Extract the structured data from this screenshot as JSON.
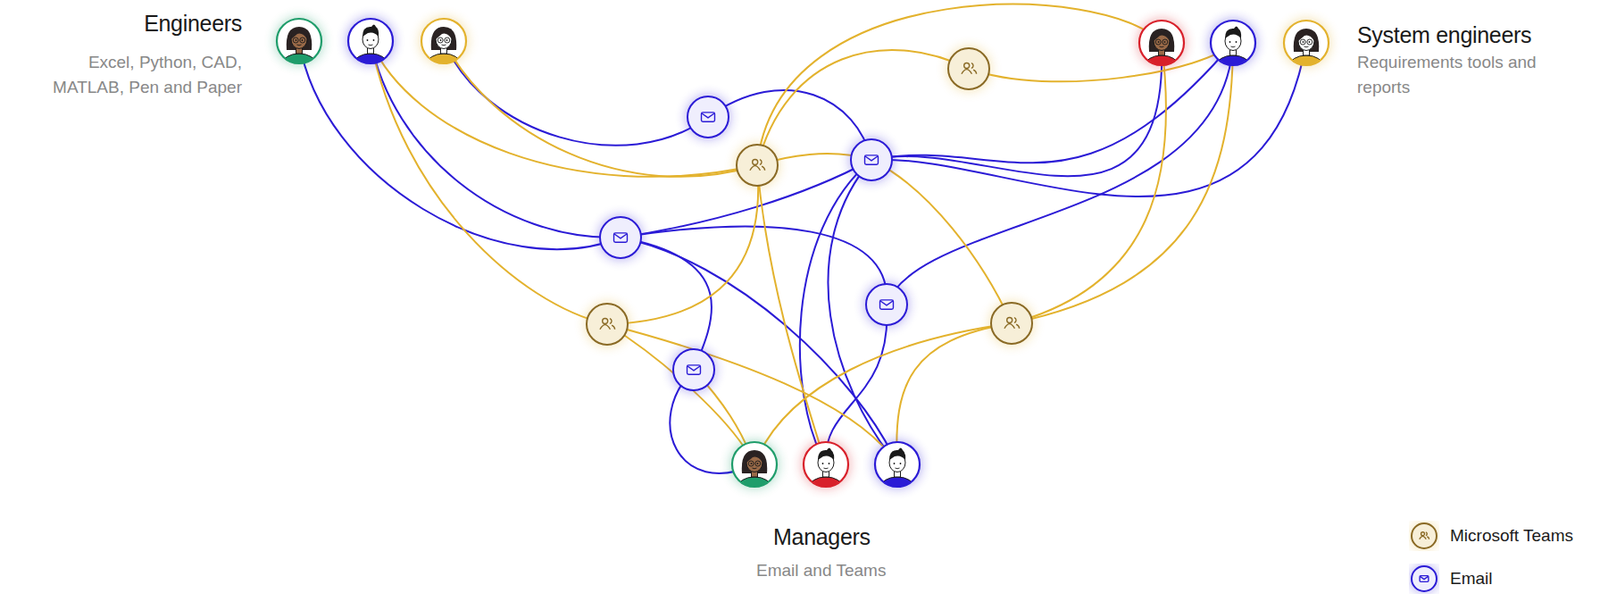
{
  "diagram": {
    "labels": [
      "Engineers",
      "Excel, Python, CAD, MATLAB, Pen and Paper",
      "System engineers",
      "Requirements tools and reports",
      "Managers",
      "Email and Teams"
    ],
    "legend": [
      {
        "text": "Microsoft Teams"
      },
      {
        "text": "Email"
      }
    ]
  }
}
